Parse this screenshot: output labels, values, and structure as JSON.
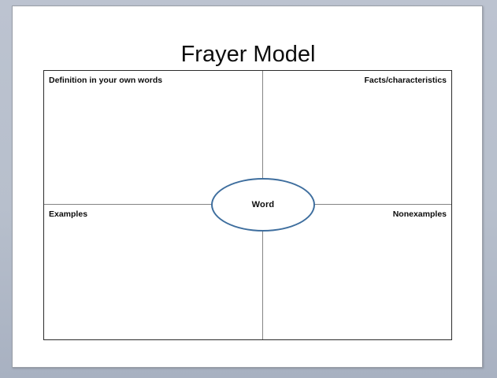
{
  "slide": {
    "title": "Frayer Model",
    "background_color": "#ffffff",
    "workspace_color": "#b4bcca"
  },
  "frayer": {
    "border_color": "#2b2b2b",
    "divider_color": "#848484",
    "quadrants": [
      {
        "id": "top-left",
        "label": "Definition in your own words",
        "align": "left"
      },
      {
        "id": "top-right",
        "label": "Facts/characteristics",
        "align": "right"
      },
      {
        "id": "bottom-left",
        "label": "Examples",
        "align": "left"
      },
      {
        "id": "bottom-right",
        "label": "Nonexamples",
        "align": "right"
      }
    ],
    "center": {
      "label": "Word",
      "shape": "ellipse",
      "outline_color": "#3e6e9e",
      "fill_color": "#ffffff"
    }
  }
}
